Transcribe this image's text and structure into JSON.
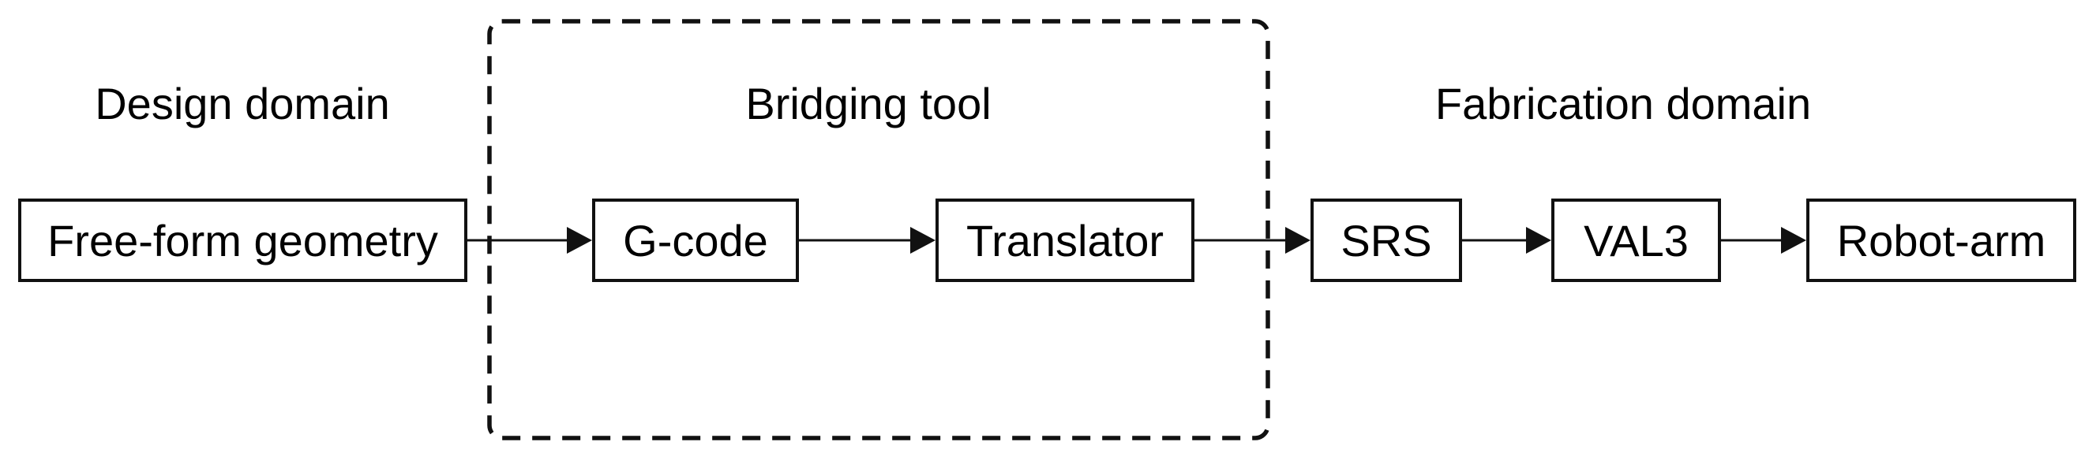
{
  "diagram": {
    "type": "flowchart",
    "groups": [
      {
        "id": "design-domain",
        "label": "Design domain"
      },
      {
        "id": "bridging-tool",
        "label": "Bridging tool"
      },
      {
        "id": "fabrication-domain",
        "label": "Fabrication domain"
      }
    ],
    "nodes": [
      {
        "id": "free-form-geometry",
        "label": "Free-form geometry",
        "group": "design-domain"
      },
      {
        "id": "g-code",
        "label": "G-code",
        "group": "bridging-tool"
      },
      {
        "id": "translator",
        "label": "Translator",
        "group": "bridging-tool"
      },
      {
        "id": "srs",
        "label": "SRS",
        "group": "fabrication-domain"
      },
      {
        "id": "val3",
        "label": "VAL3",
        "group": "fabrication-domain"
      },
      {
        "id": "robot-arm",
        "label": "Robot-arm",
        "group": "fabrication-domain"
      }
    ],
    "edges": [
      {
        "from": "free-form-geometry",
        "to": "g-code"
      },
      {
        "from": "g-code",
        "to": "translator"
      },
      {
        "from": "translator",
        "to": "srs"
      },
      {
        "from": "srs",
        "to": "val3"
      },
      {
        "from": "val3",
        "to": "robot-arm"
      }
    ],
    "colors": {
      "background": "#ffffff",
      "line": "#111111",
      "text": "#000000"
    }
  }
}
